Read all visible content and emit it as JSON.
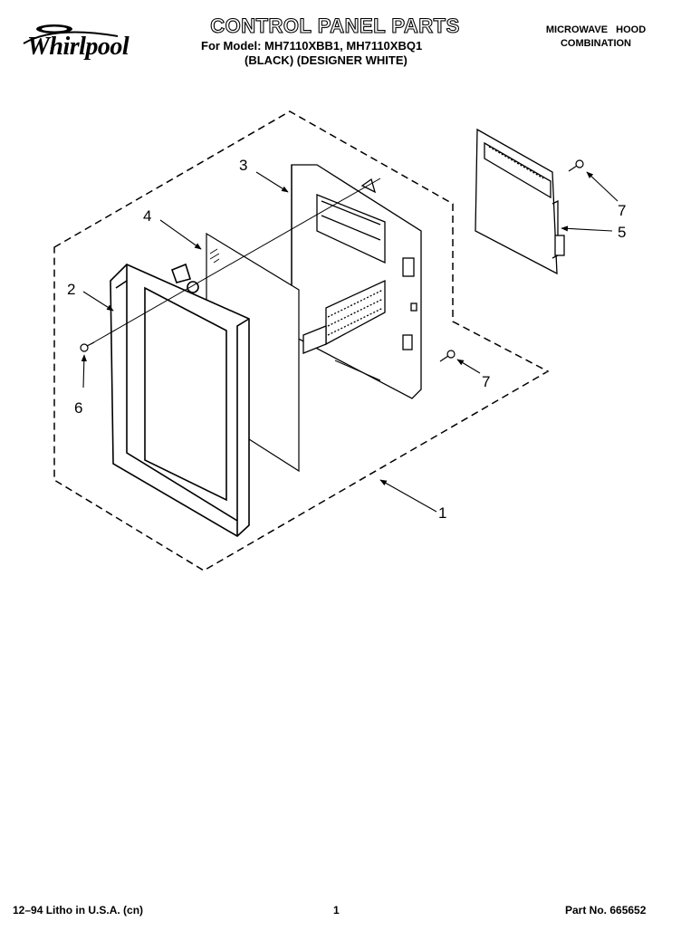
{
  "header": {
    "brand": "Whirlpool",
    "title": "CONTROL PANEL PARTS",
    "models_line1": "For Model: MH7110XBB1, MH7110XBQ1",
    "models_line2": "(BLACK) (DESIGNER WHITE)",
    "category_line1": "MICROWAVE HOOD",
    "category_line2": "COMBINATION"
  },
  "diagram": {
    "callouts": [
      {
        "id": "1",
        "label": "1"
      },
      {
        "id": "2",
        "label": "2"
      },
      {
        "id": "3",
        "label": "3"
      },
      {
        "id": "4",
        "label": "4"
      },
      {
        "id": "5",
        "label": "5"
      },
      {
        "id": "6",
        "label": "6"
      },
      {
        "id": "7a",
        "label": "7"
      },
      {
        "id": "7b",
        "label": "7"
      }
    ]
  },
  "footer": {
    "print_info": "12–94 Litho in U.S.A. (cn)",
    "page": "1",
    "part_no": "Part No. 665652"
  }
}
